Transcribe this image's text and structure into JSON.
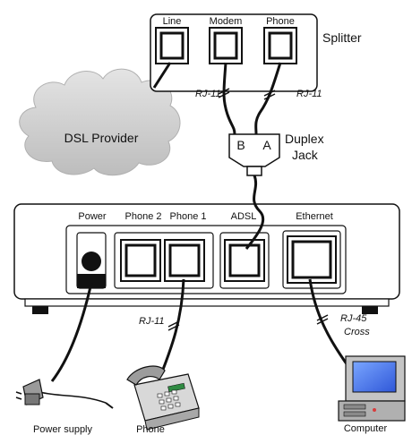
{
  "splitter": {
    "title": "Splitter",
    "ports": [
      "Line",
      "Modem",
      "Phone"
    ]
  },
  "cables": {
    "rj11_left": "RJ-11",
    "rj11_right": "RJ-11",
    "rj11_phone": "RJ-11",
    "rj45": "RJ-45",
    "cross": "Cross"
  },
  "cloud": {
    "label": "DSL Provider"
  },
  "duplex_jack": {
    "label_line1": "Duplex",
    "label_line2": "Jack",
    "port_b": "B",
    "port_a": "A"
  },
  "router": {
    "ports": {
      "power": "Power",
      "phone2": "Phone 2",
      "phone1": "Phone 1",
      "adsl": "ADSL",
      "ethernet": "Ethernet"
    }
  },
  "devices": {
    "power_supply": "Power supply",
    "phone": "Phone",
    "computer": "Computer"
  }
}
